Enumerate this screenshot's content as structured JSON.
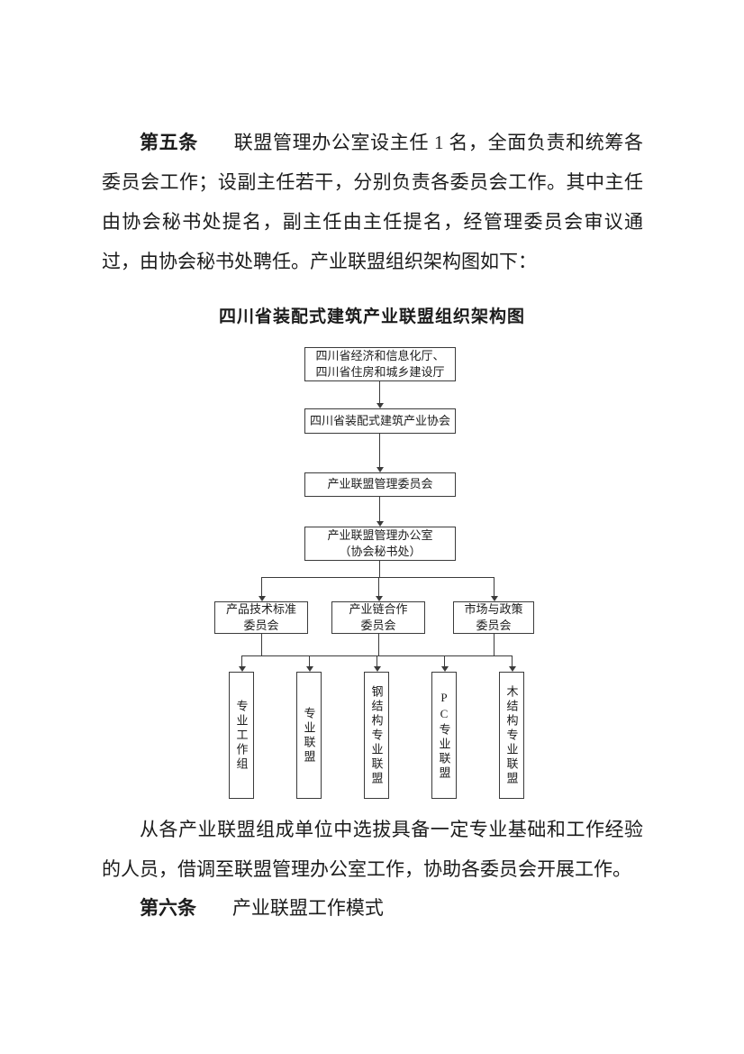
{
  "colors": {
    "text": "#1c1c1c",
    "line": "#3b3b3b",
    "page_background": "#ffffff"
  },
  "document": {
    "article5": {
      "term": "第五条",
      "body": "联盟管理办公室设主任 1 名，全面负责和统筹各委员会工作；设副主任若干，分别负责各委员会工作。其中主任由协会秘书处提名，副主任由主任提名，经管理委员会审议通过，由协会秘书处聘任。产业联盟组织架构图如下："
    },
    "closing_paragraph": "从各产业联盟组成单位中选拔具备一定专业基础和工作经验的人员，借调至联盟管理办公室工作，协助各委员会开展工作。",
    "article6": {
      "term": "第六条",
      "body": "产业联盟工作模式"
    }
  },
  "chart": {
    "title": "四川省装配式建筑产业联盟组织架构图",
    "gov": [
      "四川省经济和信息化厅、",
      "四川省住房和城乡建设厅"
    ],
    "assoc": "四川省装配式建筑产业协会",
    "mgmt": "产业联盟管理委员会",
    "office": [
      "产业联盟管理办公室",
      "（协会秘书处）"
    ],
    "committees": [
      {
        "line1": "产品技术标准",
        "line2": "委员会"
      },
      {
        "line1": "产业链合作",
        "line2": "委员会"
      },
      {
        "line1": "市场与政策",
        "line2": "委员会"
      }
    ],
    "groups": [
      "专业工作组",
      "专业联盟",
      "钢结构专业联盟",
      "PC专业联盟",
      "木结构专业联盟"
    ]
  }
}
